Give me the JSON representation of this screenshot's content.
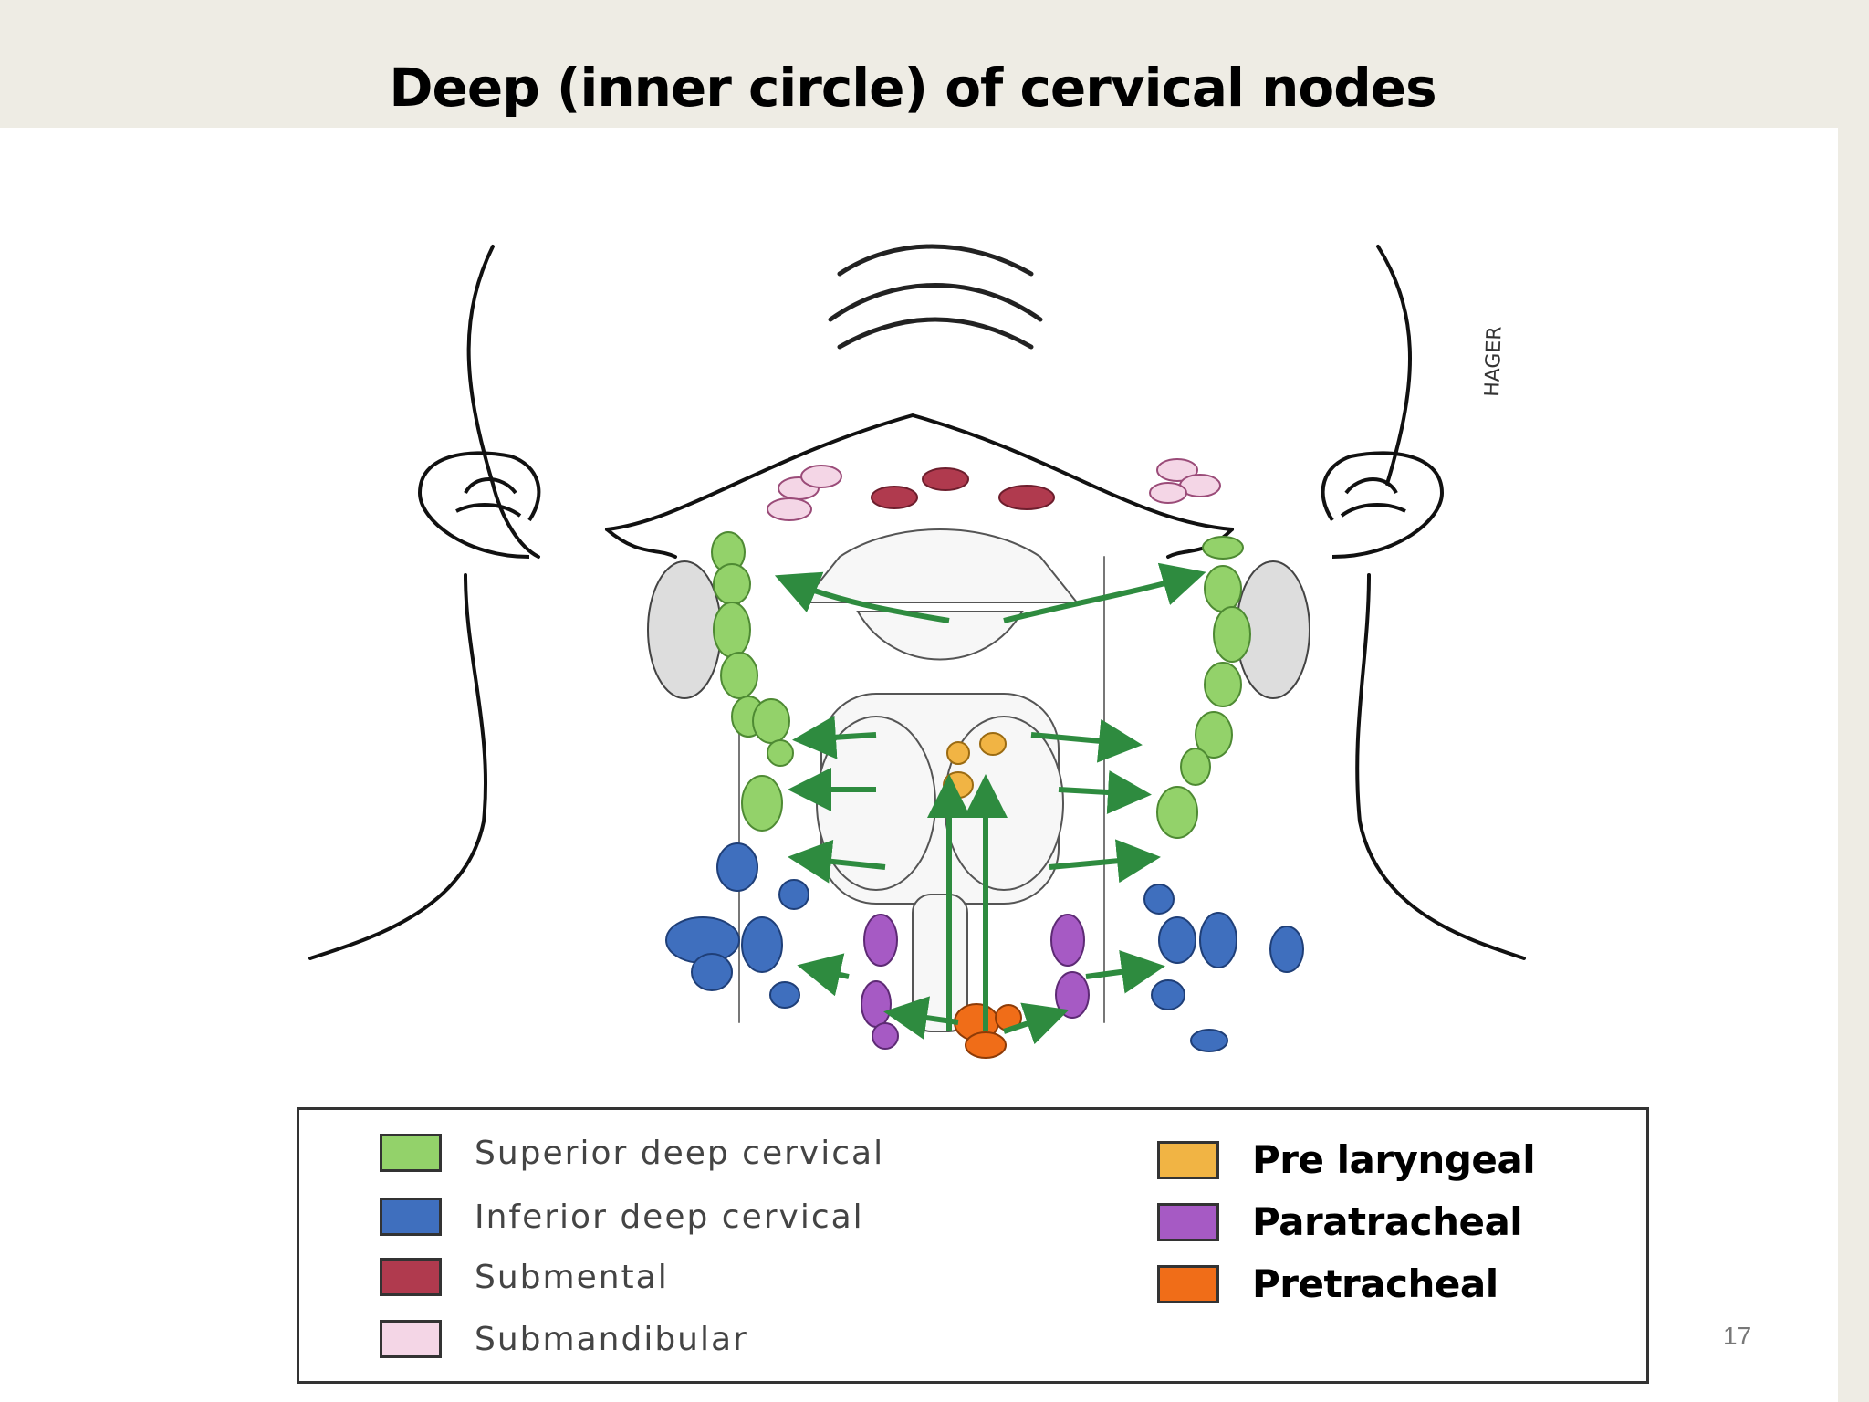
{
  "slide": {
    "title": "Deep (inner circle) of cervical nodes",
    "page_number": "17"
  },
  "diagram": {
    "signature_text": "HAGER"
  },
  "legend": {
    "left": [
      {
        "label": "Superior deep cervical",
        "color": "#93d26a"
      },
      {
        "label": "Inferior deep cervical",
        "color": "#3f6fbe"
      },
      {
        "label": "Submental",
        "color": "#b03a4e"
      },
      {
        "label": "Submandibular",
        "color": "#f4d6e6"
      }
    ],
    "right": [
      {
        "label": "Pre laryngeal",
        "color": "#f1b444"
      },
      {
        "label": "Paratracheal",
        "color": "#a65ac4"
      },
      {
        "label": "Pretracheal",
        "color": "#f06d18"
      }
    ]
  }
}
